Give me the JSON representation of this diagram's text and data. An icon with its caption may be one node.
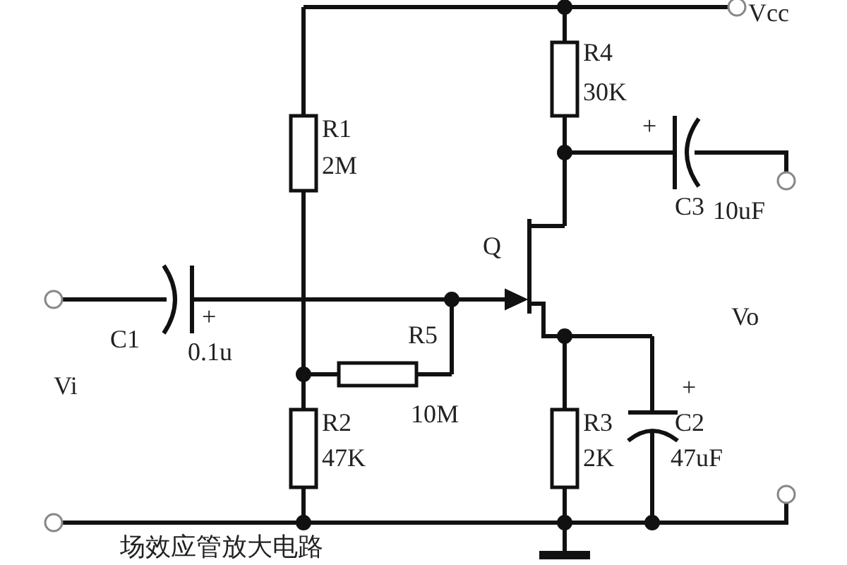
{
  "diagram": {
    "caption": "场效应管放大电路",
    "labels": [
      "Vcc",
      "R4",
      "30K",
      "+",
      "R1",
      "2M",
      "C3",
      "10uF",
      "Q",
      "+",
      "C1",
      "0.1u",
      "Vo",
      "R5",
      "Vi",
      "+",
      "10M",
      "R2",
      "R3",
      "C2",
      "47K",
      "2K",
      "47uF"
    ]
  }
}
